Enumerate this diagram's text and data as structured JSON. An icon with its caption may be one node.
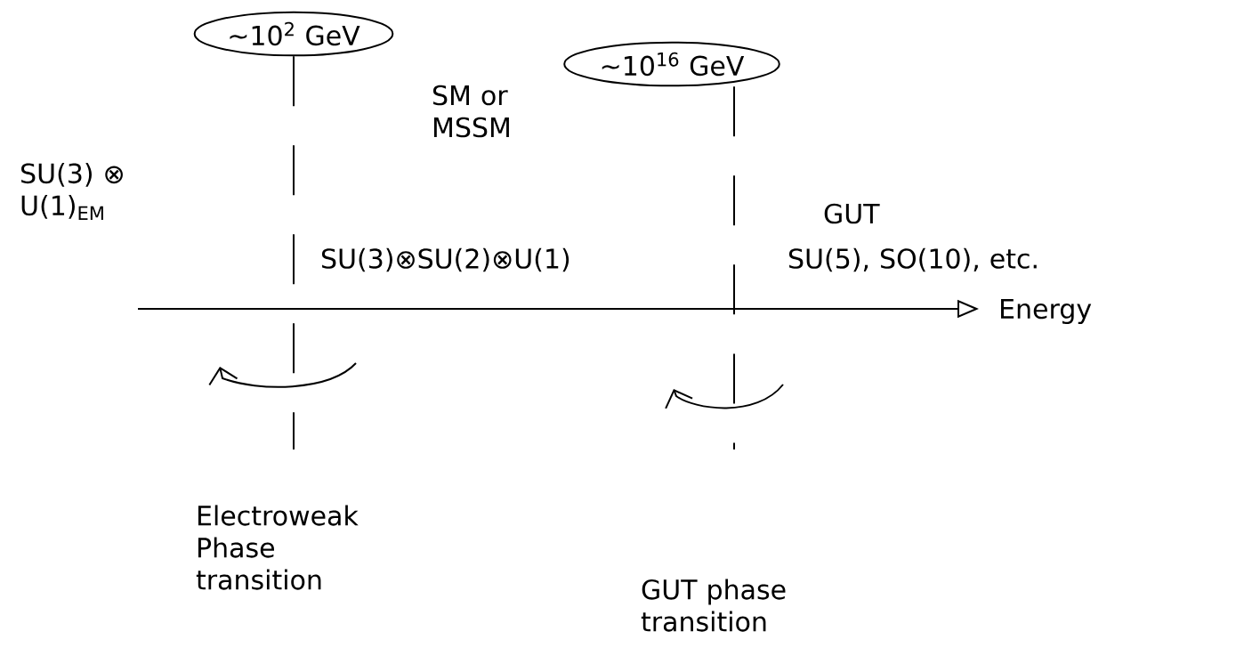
{
  "diagram": {
    "nodes": [
      {
        "text": [
          "~10$^{2}$ GeV"
        ]
      },
      {
        "text": [
          "~10$^{16}$ GeV"
        ]
      }
    ],
    "edges": [
      {
        "from": 0,
        "to": null,
        "arrow": "none",
        "style": "dashed"
      },
      {
        "from": 1,
        "to": null,
        "arrow": "none",
        "style": "dashed"
      }
    ],
    "labels": [
      "SU(3) ⊗ U(1)$_{EM}$",
      "SM or MSSM",
      "SU(3)⊗SU(2)⊗U(1)",
      "GUT",
      "SU(5), SO(10), etc.",
      "Energy",
      "Electroweak Phase transition",
      "GUT phase transition"
    ]
  }
}
